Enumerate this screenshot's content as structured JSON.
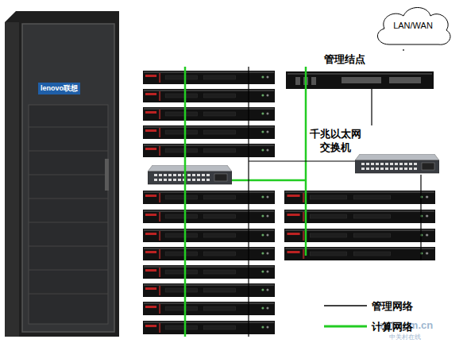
{
  "diagram": {
    "nodes": [
      {
        "text": [
          "LAN/WAN"
        ]
      },
      {
        "text": [
          "管理结点"
        ]
      },
      {
        "text": [
          "千兆以太网 交换机"
        ]
      }
    ],
    "edges": [
      {
        "from": 0,
        "to": 1,
        "arrow": "none"
      },
      {
        "from": 1,
        "to": 2,
        "arrow": "none"
      }
    ],
    "labels": [
      "lenovo联想",
      "zol.com.cn",
      "中关村在线"
    ],
    "legend": [
      {
        "text": "管理网络"
      },
      {
        "text": "计算网络"
      }
    ]
  }
}
